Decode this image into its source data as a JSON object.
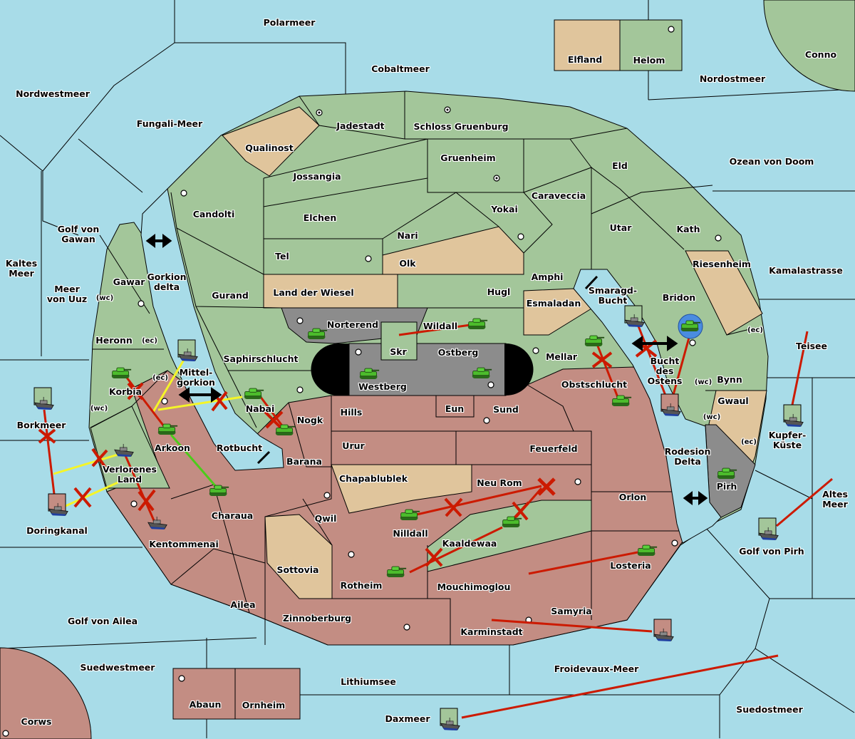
{
  "colors": {
    "sea": "#a8dce8",
    "neutral_land": "#a3c69a",
    "tan_power": "#e0c59c",
    "red_power": "#c38d83",
    "gray_power": "#8c8c8c",
    "order_failed": "#cc1a00",
    "support": "#f5f528",
    "convoy_support": "#4ccc1a"
  },
  "seas": [
    "Polarmeer",
    "Cobaltmeer",
    "Nordwestmeer",
    "Fungali-Meer",
    "Nordostmeer",
    "Ozean von Doom",
    "Golf von\nGawan",
    "Kaltes\nMeer",
    "Meer\nvon Uuz",
    "Gorkion\ndelta",
    "Kamalastrasse",
    "Teisee",
    "Kupfer-\nKüste",
    "Altes\nMeer",
    "Golf von Pirh",
    "Rodesion\nDelta",
    "Smaragd-\nBucht",
    "Bucht\ndes\nOstens",
    "Mittel-\ngorkion",
    "Rotbucht",
    "Borkmeer",
    "Doringkanal",
    "Golf von Ailea",
    "Suedwestmeer",
    "Lithiumsee",
    "Daxmeer",
    "Froidevaux-Meer",
    "Suedostmeer"
  ],
  "islands": [
    "Conno",
    "Elfland",
    "Helom",
    "Corws",
    "Abaun",
    "Ornheim"
  ],
  "provinces": [
    "Jadestadt",
    "Schloss Gruenburg",
    "Qualinost",
    "Gruenheim",
    "Eld",
    "Jossangia",
    "Caraveccia",
    "Candolti",
    "Yokai",
    "Elchen",
    "Utar",
    "Kath",
    "Nari",
    "Tel",
    "Olk",
    "Riesenheim",
    "Amphi",
    "Gurand",
    "Land der Wiesel",
    "Hugl",
    "Bridon",
    "Esmaladan",
    "Gawar",
    "Heronn",
    "Norterend",
    "Wildall",
    "Skr",
    "Ostberg",
    "Saphirschlucht",
    "Mellar",
    "Westberg",
    "Obstschlucht",
    "Bynn",
    "Korbia",
    "Nabai",
    "Hills",
    "Eun",
    "Sund",
    "Gwaul",
    "Nogk",
    "Arkoon",
    "Urur",
    "Feuerfeld",
    "Verlorenes\nLand",
    "Barana",
    "Chapablublek",
    "Neu Rom",
    "Pirh",
    "Orlon",
    "Charaua",
    "Qwil",
    "Nilldall",
    "Kaaldewaa",
    "Kentommenai",
    "Losteria",
    "Sottovia",
    "Rotheim",
    "Mouchimoglou",
    "Ailea",
    "Samyria",
    "Zinnoberburg",
    "Karminstadt"
  ],
  "coasts": {
    "wc": "(wc)",
    "ec": "(ec)"
  }
}
